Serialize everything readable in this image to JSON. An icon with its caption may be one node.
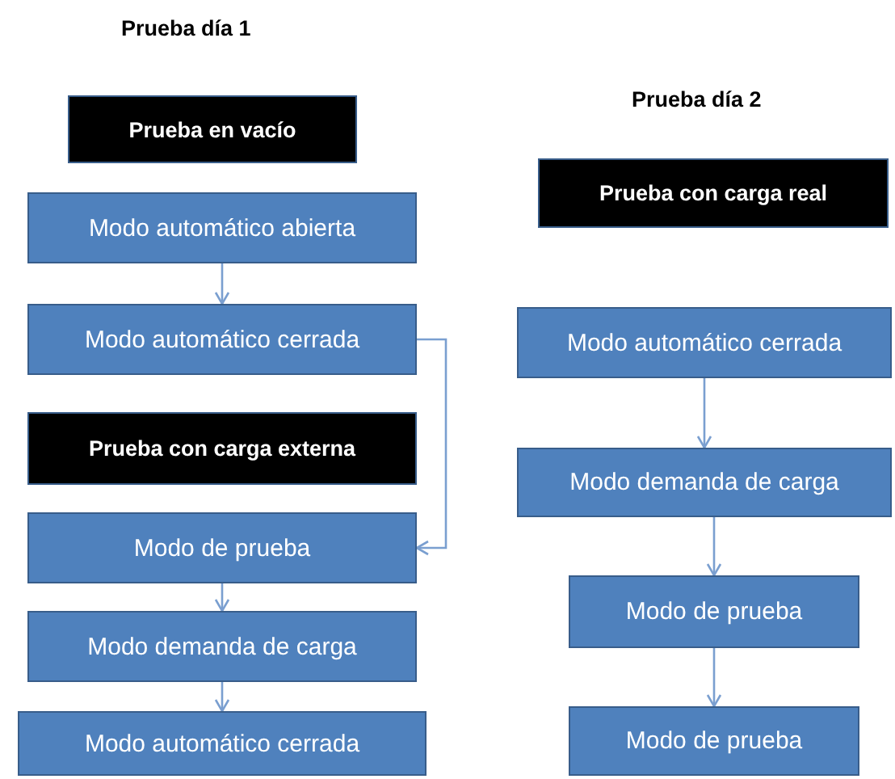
{
  "diagram": {
    "nodes": [
      {
        "text": [
          "Prueba en vacío"
        ]
      },
      {
        "text": [
          "Modo automático abierta"
        ]
      },
      {
        "text": [
          "Modo automático cerrada"
        ]
      },
      {
        "text": [
          "Prueba con carga externa"
        ]
      },
      {
        "text": [
          "Modo de prueba"
        ]
      },
      {
        "text": [
          "Modo demanda de carga"
        ]
      },
      {
        "text": [
          "Modo automático cerrada"
        ]
      },
      {
        "text": [
          "Prueba con carga real"
        ]
      },
      {
        "text": [
          "Modo automático cerrada"
        ]
      },
      {
        "text": [
          "Modo demanda de carga"
        ]
      },
      {
        "text": [
          "Modo de prueba"
        ]
      },
      {
        "text": [
          "Modo de prueba"
        ]
      }
    ],
    "edges": [
      {
        "from": 1,
        "to": 2,
        "arrow": "to"
      },
      {
        "from": 2,
        "to": 4,
        "arrow": "to"
      },
      {
        "from": 4,
        "to": 5,
        "arrow": "to"
      },
      {
        "from": 5,
        "to": 6,
        "arrow": "to"
      },
      {
        "from": 8,
        "to": 9,
        "arrow": "to"
      },
      {
        "from": 9,
        "to": 10,
        "arrow": "to"
      },
      {
        "from": 10,
        "to": 11,
        "arrow": "to"
      }
    ],
    "labels": [
      "Prueba día 1",
      "Prueba día 2"
    ]
  }
}
